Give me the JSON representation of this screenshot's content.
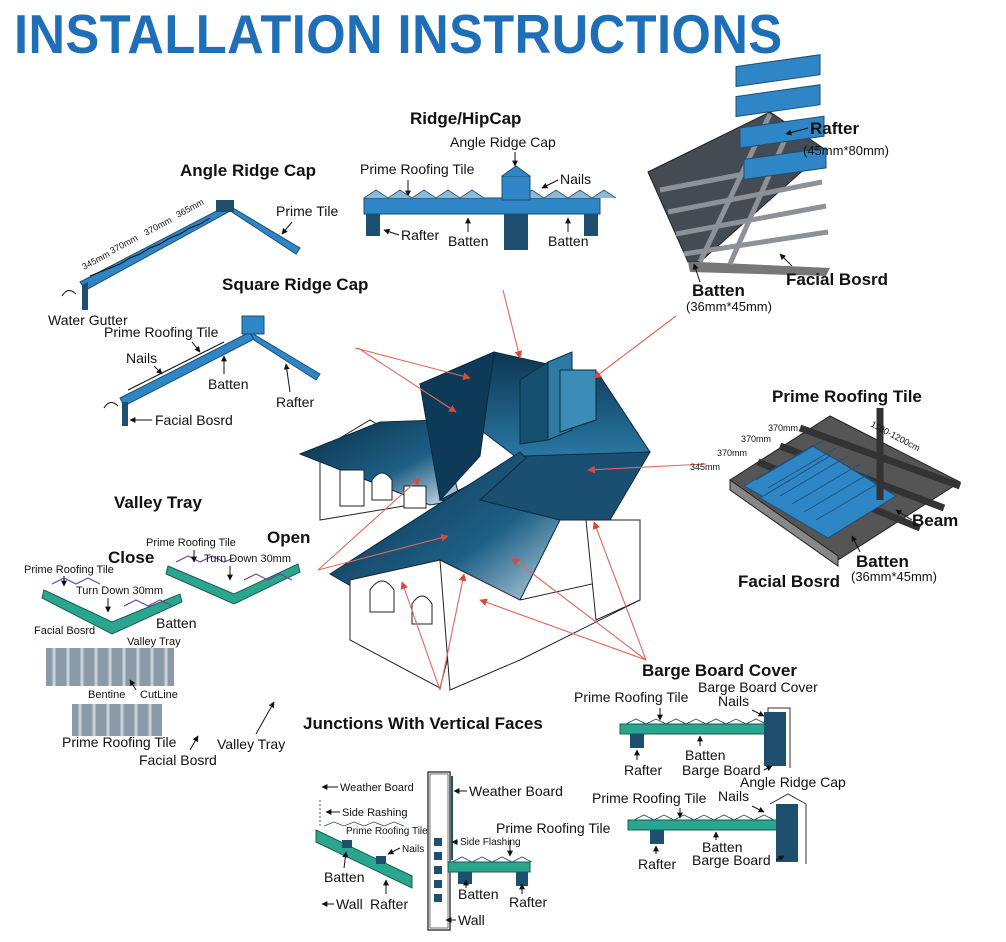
{
  "title": "INSTALLATION INSTRUCTIONS",
  "colors": {
    "title": "#1f6fb8",
    "tile_blue": "#2e86c6",
    "tile_dark": "#1f4f6e",
    "tray_green": "#2aa58e",
    "roof_dark": "#103a55",
    "pointer": "#e06a5a"
  },
  "angle_ridge_cap": {
    "heading": "Angle Ridge Cap",
    "prime_tile": "Prime Tile",
    "water_gutter": "Water Gutter",
    "dims": [
      "345mm",
      "370mm",
      "370mm",
      "365mm"
    ]
  },
  "ridge_hipcap": {
    "heading": "Ridge/HipCap",
    "angle_ridge_cap": "Angle Ridge Cap",
    "prime_roofing_tile": "Prime Roofing Tile",
    "nails": "Nails",
    "rafter": "Rafter",
    "batten_1": "Batten",
    "batten_2": "Batten"
  },
  "frame": {
    "rafter": "Rafter",
    "rafter_size": "(45mm*80mm)",
    "facial_board": "Facial Bosrd",
    "batten": "Batten",
    "batten_size": "(36mm*45mm)"
  },
  "square_ridge_cap": {
    "heading": "Square Ridge Cap",
    "prime_roofing_tile": "Prime Roofing Tile",
    "nails": "Nails",
    "batten": "Batten",
    "rafter": "Rafter",
    "facial_board": "Facial Bosrd"
  },
  "prime_tile_panel": {
    "heading": "Prime Roofing Tile",
    "dims": [
      "370mm",
      "370mm",
      "370mm",
      "345mm"
    ],
    "span": "1100-1200cm",
    "beam": "Beam",
    "batten": "Batten",
    "batten_size": "(36mm*45mm)",
    "facial_board": "Facial Bosrd"
  },
  "valley_tray": {
    "heading": "Valley Tray",
    "close": "Close",
    "open": "Open",
    "prime_roofing_tile_open": "Prime Roofing Tile",
    "turn_down_open": "Turn Down 30mm",
    "prime_roofing_tile_close": "Prime Roofing Tile",
    "turn_down_close": "Turn Down 30mm",
    "facial_board_small": "Facial Bosrd",
    "batten": "Batten",
    "valley_tray_label": "Valley Tray",
    "bentine": "Bentine",
    "cutline": "CutLine",
    "prime_roofing_tile": "Prime Roofing Tile",
    "facial_board": "Facial Bosrd",
    "valley_tray_arrow": "Valley Tray"
  },
  "barge_board": {
    "heading": "Barge Board Cover",
    "prime_roofing_tile_1": "Prime Roofing Tile",
    "barge_board_cover": "Barge Board Cover",
    "nails_1": "Nails",
    "batten_1": "Batten",
    "rafter_1": "Rafter",
    "barge_board_1": "Barge Board",
    "angle_ridge_cap": "Angle Ridge Cap",
    "prime_roofing_tile_2": "Prime Roofing Tile",
    "nails_2": "Nails",
    "batten_2": "Batten",
    "rafter_2": "Rafter",
    "barge_board_2": "Barge Board"
  },
  "junctions": {
    "heading": "Junctions With Vertical Faces",
    "weather_board_small": "Weather Board",
    "side_rashing": "Side Rashing",
    "prime_roofing_tile_small": "Prime Roofing Tile",
    "nails": "Nails",
    "batten_left": "Batten",
    "wall_left": "Wall",
    "rafter_left": "Rafter",
    "weather_board": "Weather Board",
    "prime_roofing_tile": "Prime Roofing Tile",
    "side_flashing": "Side Flashing",
    "batten_right": "Batten",
    "rafter_right": "Rafter",
    "wall_right": "Wall"
  }
}
